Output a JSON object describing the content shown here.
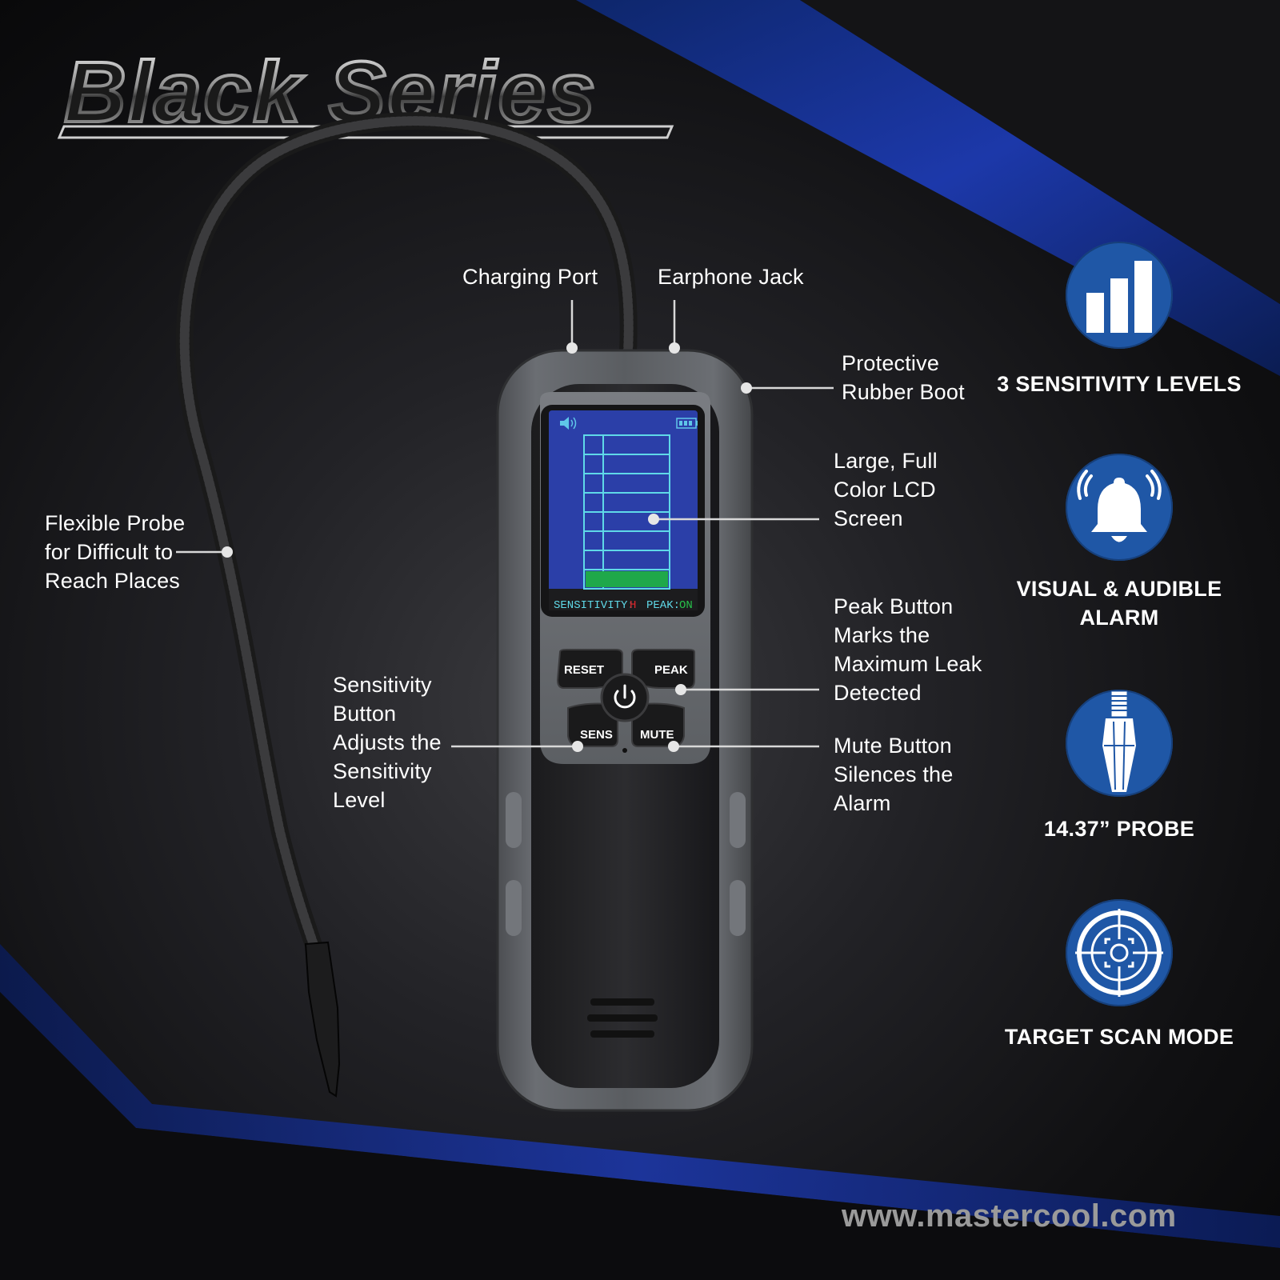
{
  "brand": {
    "title": "Black Series",
    "website": "www.mastercool.com"
  },
  "device": {
    "screen": {
      "sensitivity_label": "SENSITIVITY:",
      "sensitivity_value": "H",
      "peak_label": "PEAK:",
      "peak_value": "ON"
    },
    "buttons": {
      "reset": "RESET",
      "peak": "PEAK",
      "sens": "SENS",
      "mute": "MUTE"
    }
  },
  "callouts": {
    "charging_port": "Charging Port",
    "earphone_jack": "Earphone Jack",
    "rubber_boot": "Protective\nRubber Boot",
    "lcd_screen": "Large, Full\nColor LCD\nScreen",
    "flexible_probe": "Flexible Probe\nfor Difficult to\nReach Places",
    "peak_button": "Peak Button\nMarks the\nMaximum Leak\nDetected",
    "sensitivity_button": "Sensitivity\nButton\nAdjusts the\nSensitivity\nLevel",
    "mute_button": "Mute Button\nSilences the\nAlarm"
  },
  "features": [
    {
      "icon": "bar-chart-icon",
      "label": "3 SENSITIVITY LEVELS"
    },
    {
      "icon": "bell-icon",
      "label": "VISUAL & AUDIBLE\nALARM"
    },
    {
      "icon": "probe-icon",
      "label": "14.37” PROBE"
    },
    {
      "icon": "target-icon",
      "label": "TARGET SCAN MODE"
    }
  ],
  "colors": {
    "accent_blue": "#1f57a6",
    "screen_blue": "#2b3fa8",
    "bar_green": "#1fa84a",
    "sensitivity_value_red": "#e0262b",
    "peak_value_green": "#27c24a"
  }
}
